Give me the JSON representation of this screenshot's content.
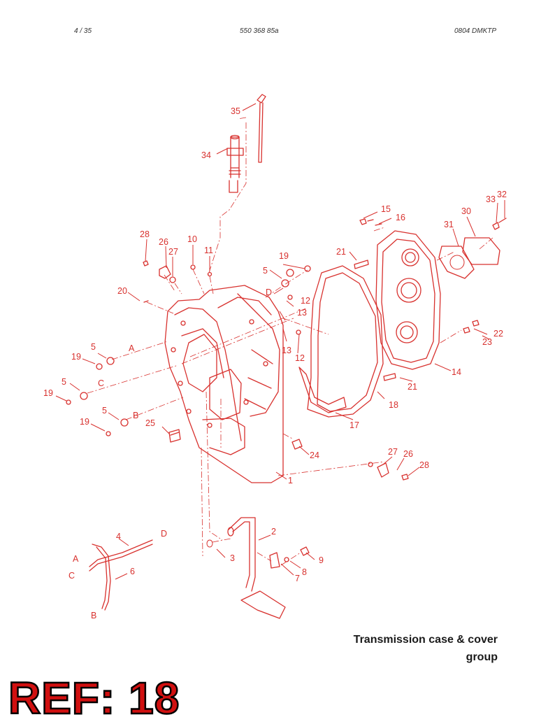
{
  "header": {
    "page": "4 /   35",
    "doc_number": "550 368 85a",
    "code": "0804 DMKTP"
  },
  "caption": {
    "line1": "Transmission case & cover",
    "line2": "group"
  },
  "ref_label": "REF: 18",
  "diagram": {
    "callouts": [
      "1",
      "2",
      "3",
      "4",
      "5",
      "5",
      "5",
      "5",
      "6",
      "7",
      "8",
      "9",
      "10",
      "11",
      "12",
      "12",
      "13",
      "13",
      "14",
      "15",
      "16",
      "17",
      "18",
      "19",
      "19",
      "19",
      "19",
      "20",
      "21",
      "21",
      "22",
      "23",
      "24",
      "25",
      "26",
      "26",
      "27",
      "27",
      "28",
      "28",
      "30",
      "31",
      "32",
      "33",
      "34",
      "35"
    ],
    "letters": [
      "A",
      "A",
      "B",
      "B",
      "C",
      "C",
      "D",
      "D"
    ],
    "line_color": "#d8312e"
  }
}
